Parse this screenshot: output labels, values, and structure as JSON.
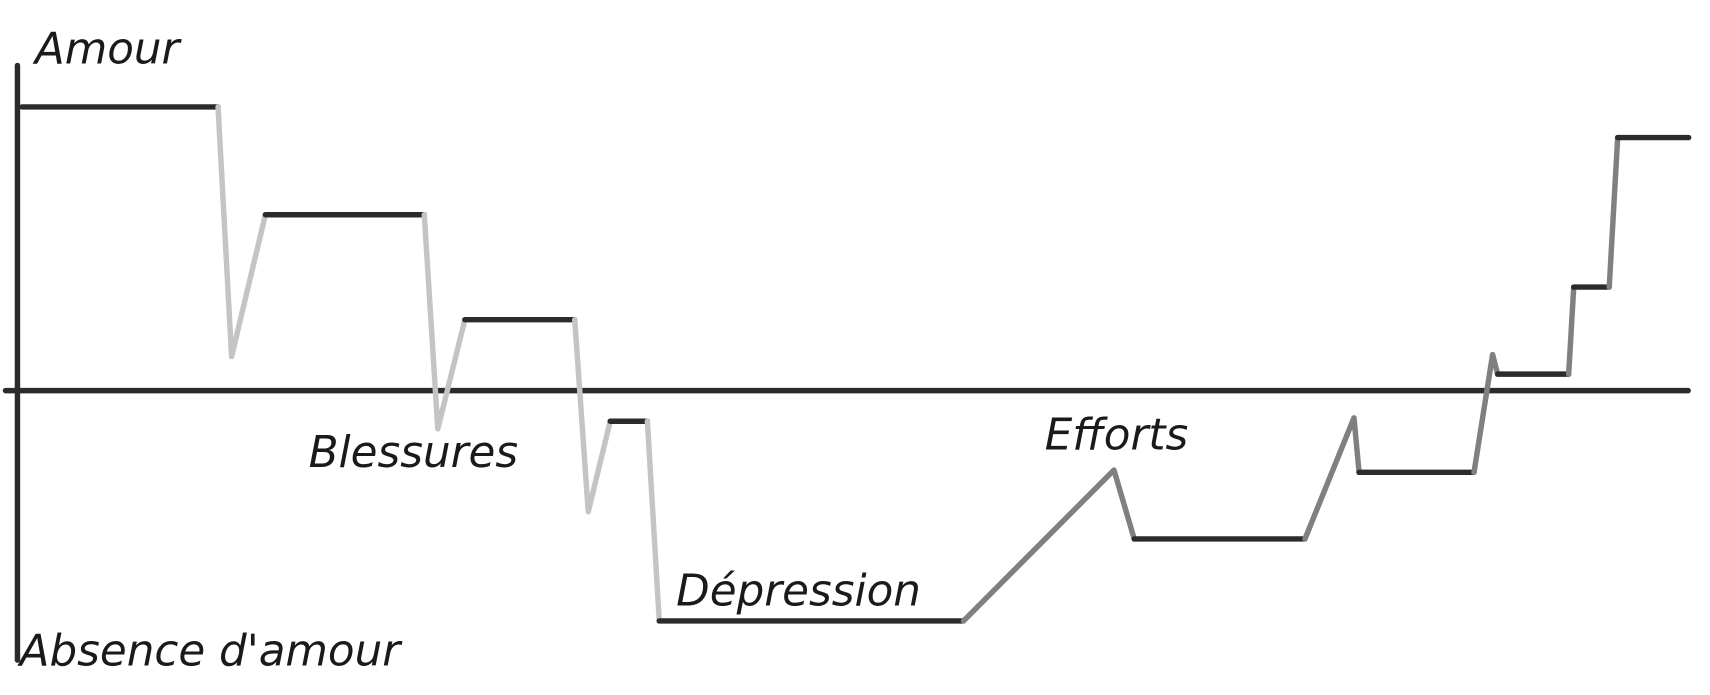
{
  "labels": {
    "top": "Amour",
    "bottom": "Absence d'amour",
    "blessures": "Blessures",
    "depression": "Dépression",
    "efforts": "Efforts"
  },
  "chart_data": {
    "type": "line",
    "xlabel": "",
    "ylabel_top": "Amour",
    "ylabel_bottom": "Absence d'amour",
    "xlim": [
      0,
      100
    ],
    "ylim": [
      -100,
      100
    ],
    "colors": {
      "dark": "#2b2b2b",
      "light": "#c4c4c4",
      "medium": "#808080"
    },
    "segments": [
      {
        "tone": "dark",
        "points": [
          [
            1.3,
            100
          ],
          [
            12.9,
            100
          ]
        ]
      },
      {
        "tone": "light",
        "points": [
          [
            12.9,
            100
          ],
          [
            13.7,
            12
          ],
          [
            15.7,
            62
          ]
        ]
      },
      {
        "tone": "dark",
        "points": [
          [
            15.7,
            62
          ],
          [
            25.1,
            62
          ]
        ]
      },
      {
        "tone": "light",
        "points": [
          [
            25.1,
            62
          ],
          [
            25.9,
            -13.5
          ],
          [
            27.5,
            25
          ]
        ]
      },
      {
        "tone": "dark",
        "points": [
          [
            27.5,
            25
          ],
          [
            34,
            25
          ]
        ]
      },
      {
        "tone": "light",
        "points": [
          [
            34,
            25
          ],
          [
            34.8,
            -42.7
          ],
          [
            36.1,
            -10.8
          ]
        ]
      },
      {
        "tone": "dark",
        "points": [
          [
            36.1,
            -10.8
          ],
          [
            38.3,
            -10.8
          ]
        ]
      },
      {
        "tone": "light",
        "points": [
          [
            38.3,
            -10.8
          ],
          [
            39,
            -81.2
          ]
        ]
      },
      {
        "tone": "dark",
        "points": [
          [
            39,
            -81.2
          ],
          [
            57,
            -81.2
          ]
        ]
      },
      {
        "tone": "medium",
        "points": [
          [
            57,
            -81.2
          ],
          [
            65.9,
            -28
          ],
          [
            67.1,
            -52.3
          ]
        ]
      },
      {
        "tone": "dark",
        "points": [
          [
            67.1,
            -52.3
          ],
          [
            77.2,
            -52.3
          ]
        ]
      },
      {
        "tone": "medium",
        "points": [
          [
            77.2,
            -52.3
          ],
          [
            80.1,
            -9.6
          ],
          [
            80.4,
            -28.8
          ]
        ]
      },
      {
        "tone": "dark",
        "points": [
          [
            80.4,
            -28.8
          ],
          [
            87.2,
            -28.8
          ]
        ]
      },
      {
        "tone": "medium",
        "points": [
          [
            87.2,
            -28.8
          ],
          [
            88.3,
            12.7
          ],
          [
            88.6,
            5.8
          ]
        ]
      },
      {
        "tone": "dark",
        "points": [
          [
            88.6,
            5.8
          ],
          [
            92.8,
            5.8
          ]
        ]
      },
      {
        "tone": "medium",
        "points": [
          [
            92.8,
            5.8
          ],
          [
            93.1,
            36.5
          ]
        ]
      },
      {
        "tone": "dark",
        "points": [
          [
            93.1,
            36.5
          ],
          [
            95.2,
            36.5
          ]
        ]
      },
      {
        "tone": "medium",
        "points": [
          [
            95.2,
            36.5
          ],
          [
            95.7,
            89.2
          ]
        ]
      },
      {
        "tone": "dark",
        "points": [
          [
            95.7,
            89.2
          ],
          [
            99.9,
            89.2
          ]
        ]
      }
    ]
  }
}
